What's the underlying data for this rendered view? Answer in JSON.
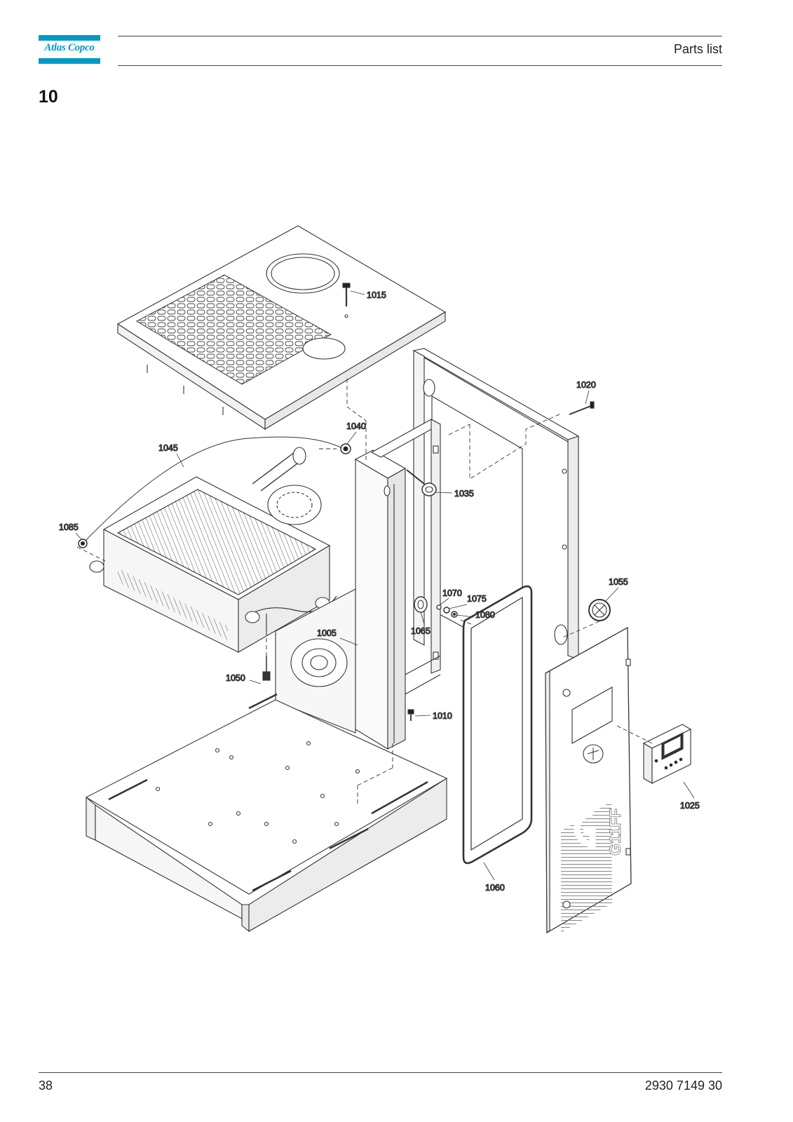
{
  "header": {
    "brand": "Atlas Copco",
    "title": "Parts list"
  },
  "section_number": "10",
  "callouts": [
    "1015",
    "1020",
    "1040",
    "1045",
    "1035",
    "1085",
    "1055",
    "1070",
    "1075",
    "1080",
    "1065",
    "1005",
    "1050",
    "1010",
    "1025",
    "1060"
  ],
  "panel_marking": "G11FF",
  "footer": {
    "page_number": "38",
    "document_number": "2930 7149 30"
  }
}
